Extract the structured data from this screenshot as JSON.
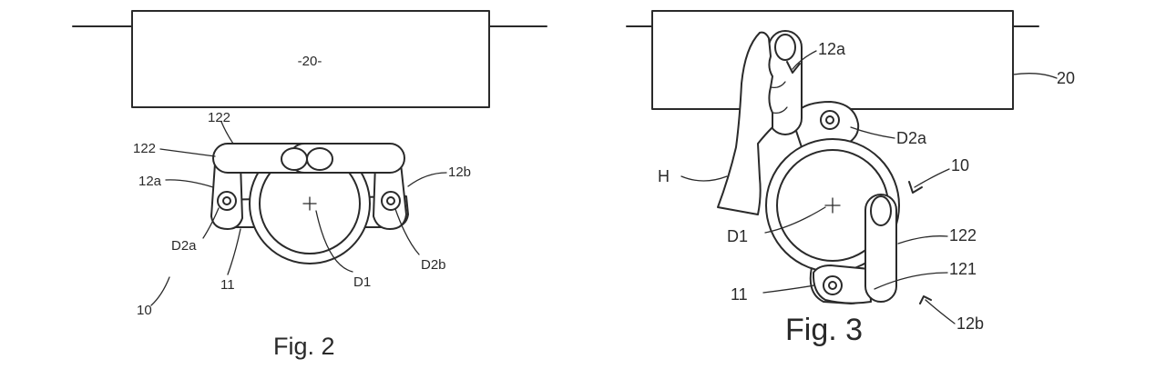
{
  "fig2": {
    "caption": "Fig. 2",
    "labels": {
      "box": "-20-",
      "top_122": "122",
      "left_122": "122",
      "l12a": "12a",
      "l12b": "12b",
      "d2a": "D2a",
      "d2b": "D2b",
      "d1": "D1",
      "l11": "11",
      "l10": "10"
    }
  },
  "fig3": {
    "caption": "Fig. 3",
    "labels": {
      "l12a": "12a",
      "l20": "20",
      "d2a": "D2a",
      "l10": "10",
      "h": "H",
      "l122": "122",
      "d1": "D1",
      "l121": "121",
      "l11": "11",
      "l12b": "12b"
    }
  }
}
